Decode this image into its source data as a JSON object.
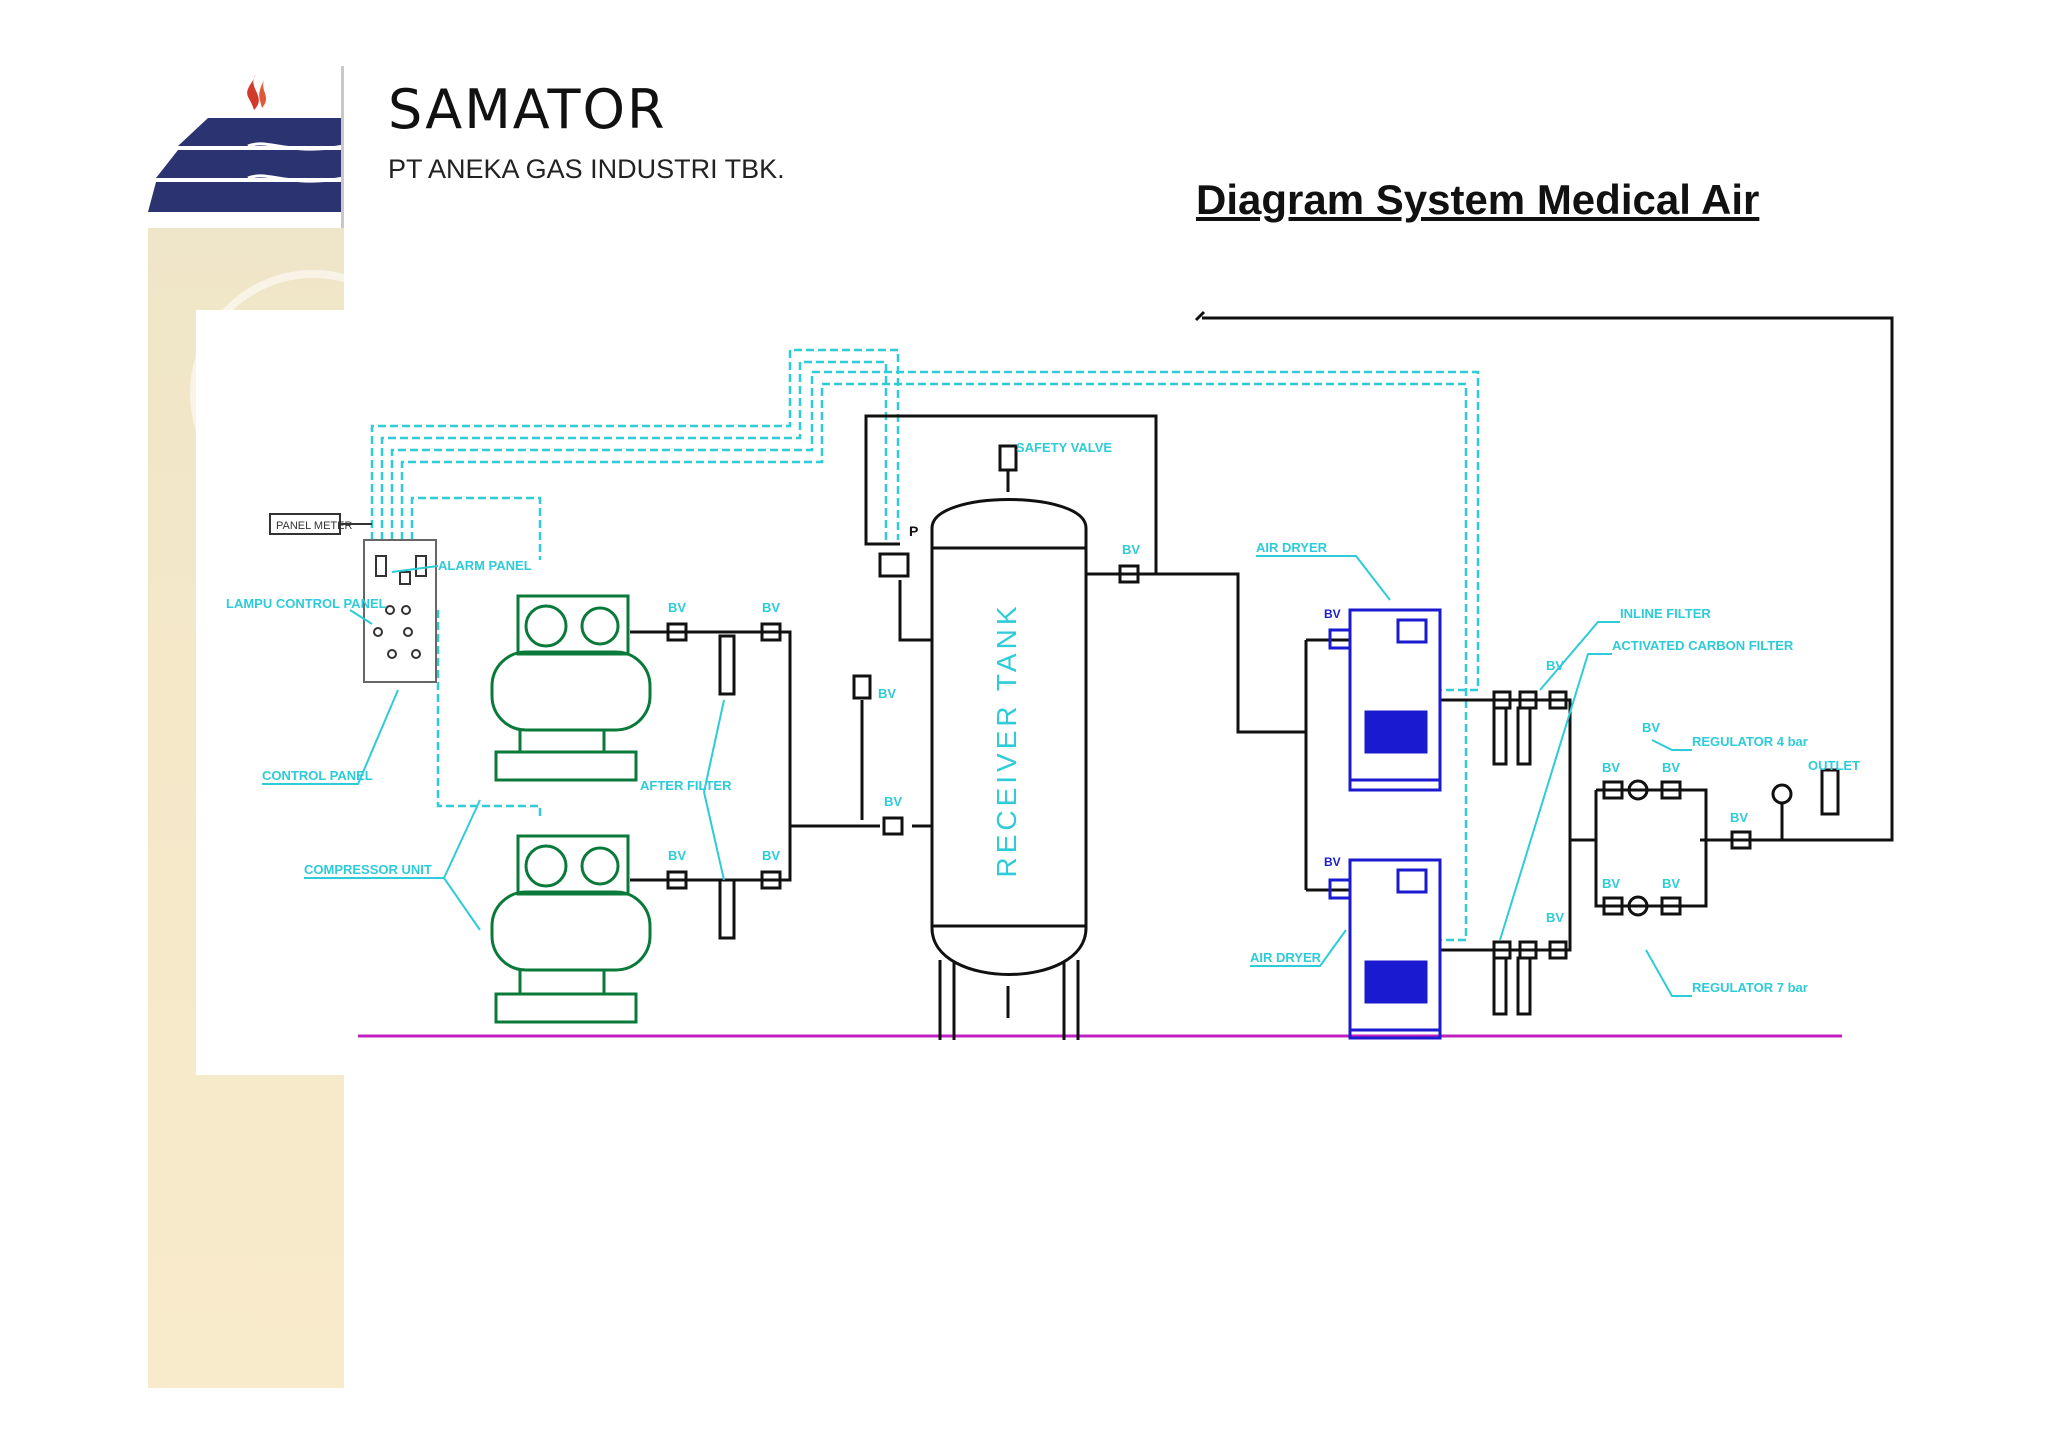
{
  "header": {
    "brand": "SAMATOR",
    "company": "PT ANEKA GAS INDUSTRI TBK.",
    "title": "Diagram System Medical Air"
  },
  "diagram": {
    "tank_label": "RECEIVER TANK",
    "labels": {
      "panel_meter": "PANEL METER",
      "lamp_control": "LAMPU CONTROL PANEL",
      "alarm_panel": "ALARM PANEL",
      "control_panel": "CONTROL PANEL",
      "compressor": "COMPRESSOR UNIT",
      "after_filter": "AFTER FILTER",
      "safety_valve": "SAFETY VALVE",
      "air_dryer_top": "AIR DRYER",
      "air_dryer_bottom": "AIR DRYER",
      "inline_filter": "INLINE FILTER",
      "activated_filter": "ACTIVATED CARBON FILTER",
      "regulator_top": "REGULATOR 4 bar",
      "regulator_bottom": "REGULATOR 7 bar",
      "outlet": "OUTLET",
      "bv": "BV",
      "pi": "P"
    },
    "colors": {
      "pipe": "#111111",
      "signal": "#2ecbd8",
      "equipment": "#0a7a3a",
      "dryer": "#1a1ad0",
      "floor": "#c020c0"
    }
  }
}
